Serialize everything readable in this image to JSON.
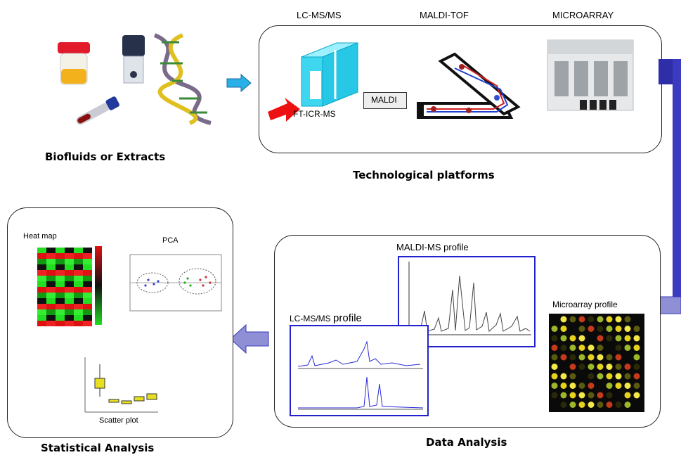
{
  "stages": {
    "biofluids": {
      "caption": "Biofluids or Extracts"
    },
    "platforms": {
      "caption": "Technological platforms",
      "lcms": {
        "label": "LC-MS/MS",
        "sub": "FT-ICR-MS"
      },
      "maldi": {
        "label": "MALDI-TOF",
        "source": "MALDI"
      },
      "microarray": {
        "label": "MICROARRAY"
      }
    },
    "data_analysis": {
      "caption": "Data Analysis",
      "maldi_profile": "MALDI-MS profile",
      "lcms_profile_prefix": "LC-MS/MS",
      "lcms_profile_suffix": "profile",
      "microarray_profile": "Microarray profile"
    },
    "statistical": {
      "caption": "Statistical  Analysis",
      "heatmap": "Heat map",
      "pca": "PCA",
      "scatter": "Scatter plot"
    }
  },
  "colors": {
    "arrow_blue": "#3a3ab8",
    "arrow_light": "#2ab0e8",
    "profile_border": "#2222cc",
    "heat_green": "#22dd22",
    "heat_red": "#dd1111"
  }
}
